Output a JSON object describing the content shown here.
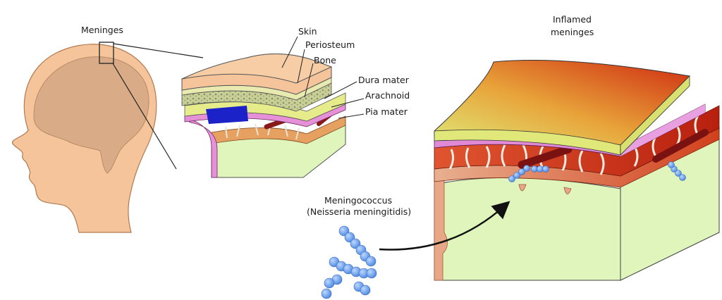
{
  "labels": {
    "meninges": "Meninges",
    "skin": "Skin",
    "periosteum": "Periosteum",
    "bone": "Bone",
    "dura_mater": "Dura mater",
    "arachnoid": "Arachnoid",
    "pia_mater": "Pia mater",
    "inflamed_line1": "Inflamed",
    "inflamed_line2": "meninges",
    "bacteria_line1": "Meningococcus",
    "bacteria_line2": "(Neisseria meningitidis)"
  },
  "colors": {
    "skin": "#f5c49a",
    "brain": "#d9ab86",
    "dura": "#e6ec8a",
    "arachnoid": "#e690d8",
    "pia": "#c03a5a",
    "bone": "#cfd39a",
    "csf_blue": "#1a22c8",
    "tissue_green": "#dff5bb",
    "inflamed_red": "#d63a18",
    "bacteria": "#6aa4f0"
  }
}
